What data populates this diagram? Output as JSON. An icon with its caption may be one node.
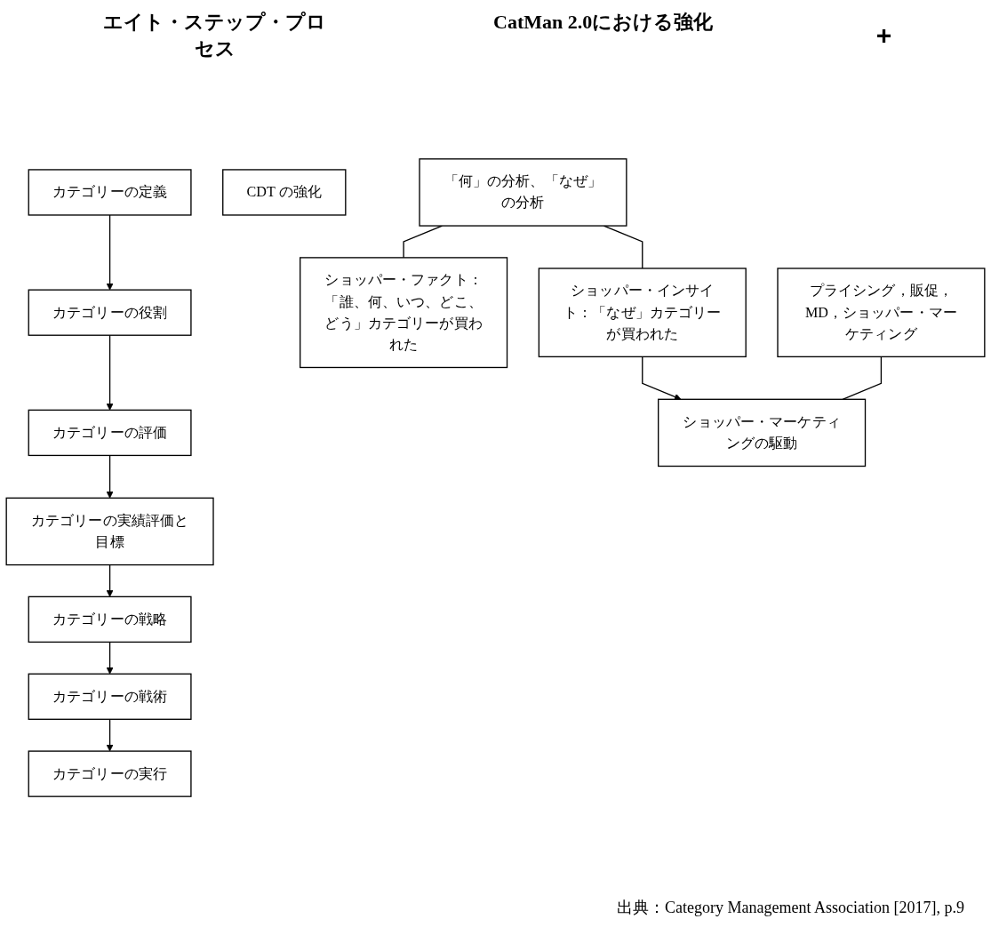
{
  "diagram": {
    "caption": "出典：Category Management Association [2017], p.9",
    "nodes": [
      {
        "text": [
          "カテゴリーの定義"
        ]
      },
      {
        "text": [
          "カテゴリーの役割"
        ]
      },
      {
        "text": [
          "カテゴリーの評価"
        ]
      },
      {
        "text": [
          "カテゴリーの実績評価と目標"
        ]
      },
      {
        "text": [
          "カテゴリーの戦略"
        ]
      },
      {
        "text": [
          "カテゴリーの戦術"
        ]
      },
      {
        "text": [
          "カテゴリーの実行"
        ]
      },
      {
        "text": [
          "CDT の強化"
        ]
      },
      {
        "text": [
          "「何」の分析、「なぜ」の分析"
        ]
      },
      {
        "text": [
          "ショッパー・ファクト：「誰、何、いつ、どこ、どう」カテゴリーが買われた"
        ]
      },
      {
        "text": [
          "ショッパー・インサイト：「なぜ」カテゴリーが買われた"
        ]
      },
      {
        "text": [
          "プライシング，販促，MD，ショッパー・マーケティング"
        ]
      },
      {
        "text": [
          "ショッパー・マーケティングの駆動"
        ]
      }
    ],
    "edges": [
      {
        "from": 0,
        "to": 1,
        "arrow": "to"
      },
      {
        "from": 1,
        "to": 2,
        "arrow": "to"
      },
      {
        "from": 2,
        "to": 3,
        "arrow": "to"
      },
      {
        "from": 3,
        "to": 4,
        "arrow": "to"
      },
      {
        "from": 4,
        "to": 5,
        "arrow": "to"
      },
      {
        "from": 5,
        "to": 6,
        "arrow": "to"
      },
      {
        "from": 8,
        "to": 9,
        "arrow": "none"
      },
      {
        "from": 8,
        "to": 10,
        "arrow": "none"
      },
      {
        "from": 10,
        "to": 12,
        "arrow": "to"
      },
      {
        "from": 11,
        "to": 12,
        "arrow": "none"
      }
    ],
    "labels": [
      "エイト・ステップ・プロセス",
      "CatMan 2.0における強化",
      "+"
    ]
  }
}
